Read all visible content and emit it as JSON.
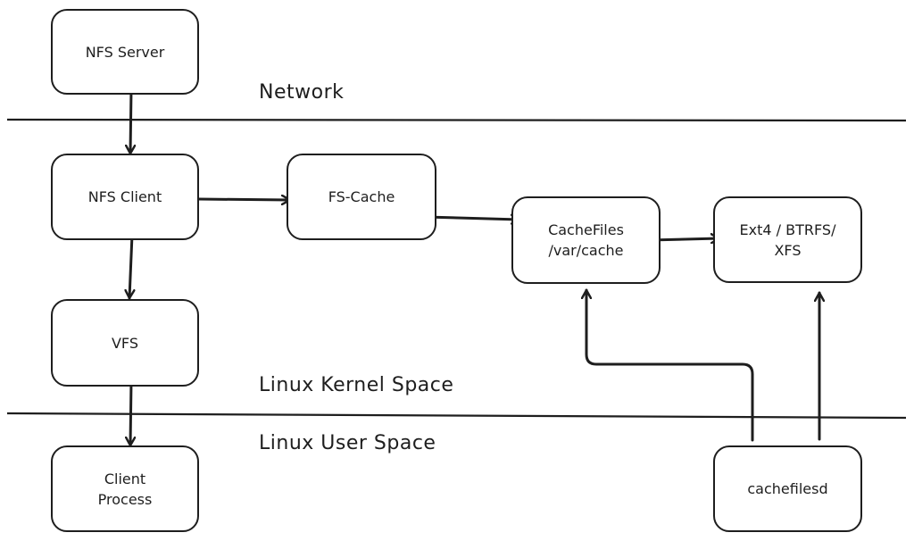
{
  "diagram": {
    "nodes": {
      "nfs_server": "NFS Server",
      "nfs_client": "NFS Client",
      "fs_cache": "FS-Cache",
      "cachefiles": "CacheFiles\n/var/cache",
      "fs_backend": "Ext4 / BTRFS/\nXFS",
      "vfs": "VFS",
      "client_process": "Client\nProcess",
      "cachefilesd": "cachefilesd"
    },
    "zones": {
      "network": "Network",
      "kernel_space": "Linux Kernel Space",
      "user_space": "Linux User Space"
    },
    "edges": [
      {
        "from": "nfs_server",
        "to": "nfs_client"
      },
      {
        "from": "nfs_client",
        "to": "fs_cache"
      },
      {
        "from": "fs_cache",
        "to": "cachefiles"
      },
      {
        "from": "cachefiles",
        "to": "fs_backend"
      },
      {
        "from": "nfs_client",
        "to": "vfs"
      },
      {
        "from": "vfs",
        "to": "client_process"
      },
      {
        "from": "cachefilesd",
        "to": "cachefiles"
      },
      {
        "from": "cachefilesd",
        "to": "fs_backend"
      }
    ]
  }
}
